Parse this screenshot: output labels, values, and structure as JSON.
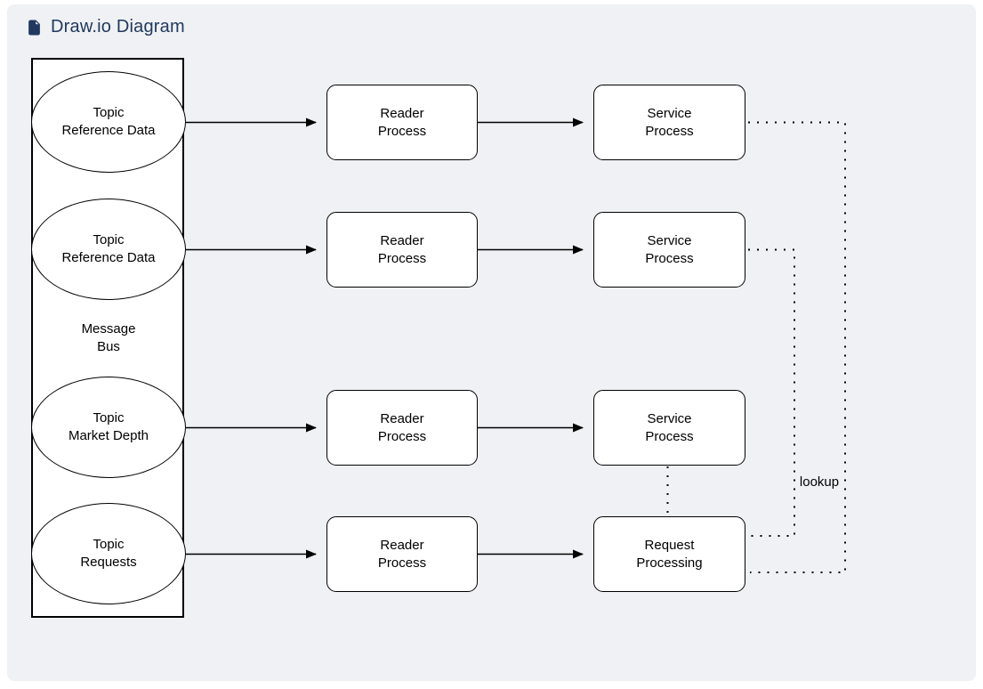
{
  "header": {
    "title": "Draw.io Diagram",
    "icon": "file-document-icon"
  },
  "diagram": {
    "message_bus": {
      "label": "Message\nBus"
    },
    "topics": [
      {
        "label": "Topic\nReference Data"
      },
      {
        "label": "Topic\nReference Data"
      },
      {
        "label": "Topic\nMarket Depth"
      },
      {
        "label": "Topic\nRequests"
      }
    ],
    "readers": [
      {
        "label": "Reader\nProcess"
      },
      {
        "label": "Reader\nProcess"
      },
      {
        "label": "Reader\nProcess"
      },
      {
        "label": "Reader\nProcess"
      }
    ],
    "services": [
      {
        "label": "Service\nProcess"
      },
      {
        "label": "Service\nProcess"
      },
      {
        "label": "Service\nProcess"
      },
      {
        "label": "Request\nProcessing"
      }
    ],
    "edge_labels": {
      "lookup": "lookup"
    },
    "colors": {
      "title": "#21395f",
      "card_background": "#eff1f4",
      "shape_stroke": "#000000",
      "shape_fill": "#ffffff"
    }
  }
}
